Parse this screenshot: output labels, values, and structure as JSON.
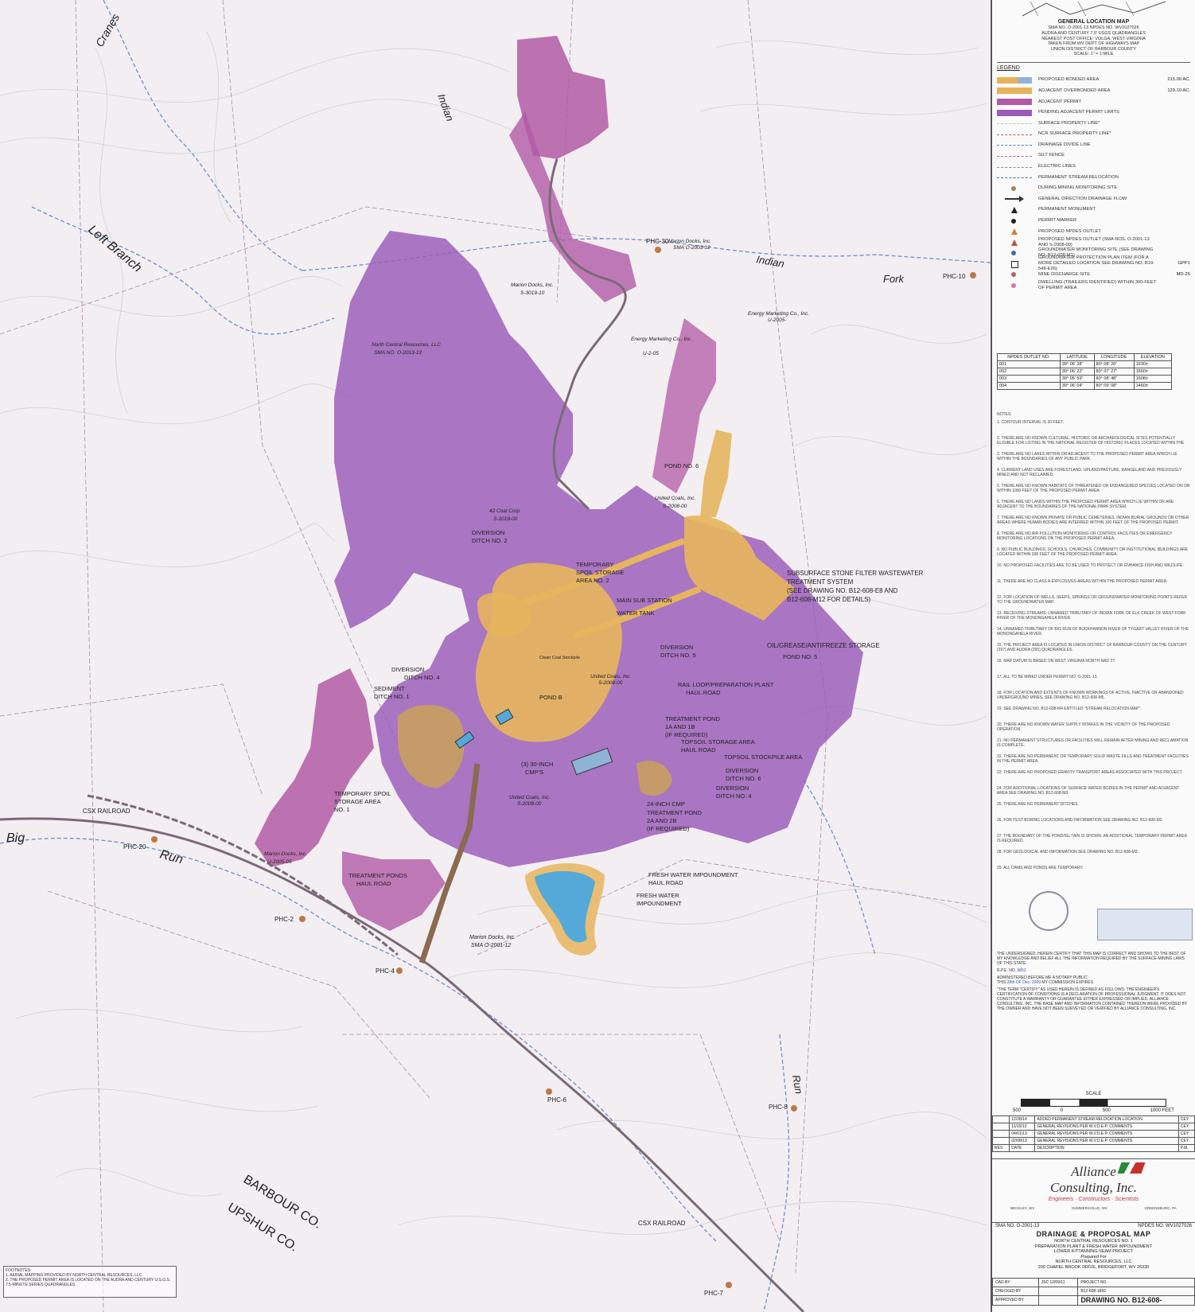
{
  "general_location_map": {
    "title": "GENERAL LOCATION MAP",
    "lines": [
      "SMA NO. O-2001-13    NPDES NO. WV1027026",
      "AUDRA AND CENTURY 7.5' USGS QUADRANGLES",
      "NEAREST POST OFFICE: VOLGA, WEST VIRGINIA",
      "TAKEN FROM WV DEPT OF HIGHWAYS MAP",
      "UNION DISTRICT OF BARBOUR COUNTY",
      "SCALE: 1\" = 1 MILE"
    ]
  },
  "legend": {
    "title": "LEGEND",
    "items": [
      {
        "label": "PROPOSED BONDED AREA",
        "value": "215.00 AC.",
        "color": "#e8b25a",
        "color2": "#8fb3d6",
        "kind": "fill2"
      },
      {
        "label": "ADJACENT OVERBONDED AREA",
        "value": "129.10 AC.",
        "color": "#e8b25a",
        "kind": "fill"
      },
      {
        "label": "ADJACENT PERMIT",
        "value": "",
        "color": "#b25aa6",
        "kind": "fill"
      },
      {
        "label": "PENDING ADJACENT PERMIT LIMITS",
        "value": "",
        "color": "#9a5ab8",
        "kind": "fill"
      },
      {
        "label": "SURFACE PROPERTY LINE*",
        "value": "",
        "color": "#c0c0c0",
        "kind": "line"
      },
      {
        "label": "NCR SURFACE PROPERTY LINE*",
        "value": "",
        "color": "#c05050",
        "kind": "line"
      },
      {
        "label": "DRAINAGE DIVIDE LINE",
        "value": "",
        "color": "#4a7fbf",
        "kind": "line"
      },
      {
        "label": "SILT FENCE",
        "value": "",
        "color": "#cc5a88",
        "kind": "line"
      },
      {
        "label": "ELECTRIC LINES",
        "value": "",
        "color": "#888888",
        "kind": "line"
      },
      {
        "label": "PERMANENT STREAM RELOCATION",
        "value": "",
        "color": "#3a6fa0",
        "kind": "line"
      },
      {
        "label": "DURING MINING MONITORING SITE",
        "value": "",
        "color": "#b87a4a",
        "kind": "dot"
      },
      {
        "label": "GENERAL DIRECTION DRAINAGE FLOW",
        "value": "",
        "color": "#333333",
        "kind": "arrow"
      },
      {
        "label": "PERMANENT MONUMENT",
        "value": "",
        "color": "#222222",
        "kind": "tri"
      },
      {
        "label": "PERMIT MARKER",
        "value": "",
        "color": "#222222",
        "kind": "dot"
      },
      {
        "label": "PROPOSED NPDES OUTLET",
        "value": "",
        "color": "#e07a30",
        "kind": "tri"
      },
      {
        "label": "PROPOSED NPDES OUTLET (SMA NOS. O-2001-13 AND S-2008-00)",
        "value": "",
        "color": "#c05040",
        "kind": "tri"
      },
      {
        "label": "GROUNDWATER MONITORING SITE (SEE DRAWING NO. B12-608-M1)",
        "value": "",
        "color": "#3a6fa0",
        "kind": "dot"
      },
      {
        "label": "GROUNDWATER PROTECTION PLAN ITEM (FOR A MORE DETAILED LOCATION SEE DRAWING NO. B19-548-E26)",
        "value": "GPP1",
        "color": "#222222",
        "kind": "box"
      },
      {
        "label": "MINE DISCHARGE SITE",
        "value": "MD-25",
        "color": "#b06070",
        "kind": "dot"
      },
      {
        "label": "DWELLING (TRAILERS IDENTIFIED) WITHIN 300-FEET OF PERMIT AREA",
        "value": "",
        "color": "#cc77aa",
        "kind": "dot"
      }
    ]
  },
  "outlets": {
    "headers": [
      "NPDES OUTLET NO.",
      "LATITUDE",
      "LONGITUDE",
      "ELEVATION"
    ],
    "rows": [
      [
        "001",
        "39° 06' 38\"",
        "80° 08' 26\"",
        "1630±"
      ],
      [
        "002",
        "39° 06' 22\"",
        "80° 07' 27\"",
        "1660±"
      ],
      [
        "003",
        "39° 05' 59\"",
        "80° 08' 48\"",
        "1608±"
      ],
      [
        "004",
        "39° 06' 04\"",
        "80° 09' 08\"",
        "1460±"
      ]
    ]
  },
  "notes": {
    "title": "NOTES:",
    "items": [
      "1. CONTOUR INTERVAL IS 20 FEET.",
      "2. THERE ARE NO KNOWN CULTURAL, HISTORIC OR ARCHAEOLOGICAL SITES POTENTIALLY ELIGIBLE FOR LISTING IN THE NATIONAL REGISTER OF HISTORIC PLACES LOCATED WITHIN THE PROPOSED PERMIT AREA OR ADJACENT AREA.",
      "3. THERE ARE NO LAKES WITHIN OR ADJACENT TO THE PROPOSED PERMIT AREA WHICH LIE WITHIN THE BOUNDARIES OF ANY PUBLIC PARK.",
      "4. CURRENT LAND USES ARE FORESTLAND, UPLAND/PASTURE, RANGELAND AND PREVIOUSLY MINED AND NOT RECLAIMED.",
      "5. THERE ARE NO KNOWN HABITATS OF THREATENED OR ENDANGERED SPECIES LOCATED ON OR WITHIN 1000 FEET OF THE PROPOSED PERMIT AREA.",
      "6. THERE ARE NO LANDS WITHIN THE PROPOSED PERMIT AREA WHICH LIE WITHIN OR ARE ADJACENT TO THE BOUNDARIES OF THE NATIONAL PARK SYSTEM.",
      "7. THERE ARE NO KNOWN PRIVATE OR PUBLIC CEMETERIES, INDIAN BURIAL GROUNDS OR OTHER AREAS WHERE HUMAN BODIES ARE INTERRED WITHIN 100 FEET OF THE PROPOSED PERMIT.",
      "8. THERE ARE NO AIR POLLUTION MONITORING OR CONTROL FACILITIES OR EMERGENCY MONITORING LOCATIONS ON THE PROPOSED PERMIT AREA.",
      "9. NO PUBLIC BUILDINGS, SCHOOLS, CHURCHES, COMMUNITY OR INSTITUTIONAL BUILDINGS ARE LOCATED WITHIN 300 FEET OF THE PROPOSED PERMIT AREA.",
      "10. NO PROPOSED FACILITIES ARE TO BE USED TO PROTECT OR ENHANCE FISH AND WILDLIFE.",
      "11. THERE ARE NO CLASS A EXPLOSIVES AREAS WITHIN THE PROPOSED PERMIT AREA.",
      "12. FOR LOCATION OF WELLS, SEEPS, SPRINGS OR GROUNDWATER MONITORING POINTS REFER TO THE GROUNDWATER MAP.",
      "13. RECEIVING STREAMS: UNNAMED TRIBUTARY OF INDIAN FORK OF ELK CREEK OF WEST FORK RIVER OF THE MONONGAHELA RIVER.",
      "14. UNNAMED TRIBUTARY OF BIG RUN OF BUCKHANNON RIVER OF TYGART VALLEY RIVER OF THE MONONGAHELA RIVER.",
      "15. THE PROJECT AREA IS LOCATED IN UNION DISTRICT OF BARBOUR COUNTY ON THE CENTURY (267) AND AUDRA (255) QUADRANGLES.",
      "16. MAP DATUM IS BASED ON WEST VIRGINIA NORTH NAD 27.",
      "17. ALL TO BE MINED UNDER PERMIT NO. O-2001-13.",
      "18. FOR LOCATION AND EXTENTS OF KNOWN WORKINGS OF ACTIVE, INACTIVE OR ABANDONED UNDERGROUND MINES, SEE DRAWING NO. B12-608-M5.",
      "19. SEE DRAWING NO. B12-608-M4 ENTITLED \"STREAM RELOCATION MAP\".",
      "20. THERE ARE NO KNOWN WATER SUPPLY INTAKES IN THE VICINITY OF THE PROPOSED OPERATION.",
      "21. NO PERMANENT STRUCTURES OR FACILITIES WILL REMAIN AFTER MINING AND RECLAMATION IS COMPLETE.",
      "22. THERE ARE NO PERMANENT OR TEMPORARY SOLID WASTE FILLS AND TREATMENT FACILITIES IN THE PERMIT AREA.",
      "23. THERE ARE NO PROPOSED GRAVITY TRANSPORT AREAS ASSOCIATED WITH THIS PROJECT.",
      "24. FOR ADDITIONAL LOCATIONS OF SURFACE WATER BODIES IN THE PERMIT AND ADJACENT AREA SEE DRAWING NO. B12-608-M3.",
      "25. THERE ARE NO PERMANENT DITCHES.",
      "26. FOR TEST BORING LOCATIONS AND INFORMATION SEE DRAWING NO. B12-608-M2.",
      "27. THE BOUNDARY OF THE POND/ISL TAIN IS SHOWN. AN ADDITIONAL TEMPORARY PERMIT AREA IS REQUIRED.",
      "28. FOR GEOLOGICAL AND INFORMATION SEE DRAWING NO. B12-608-M3.",
      "29. ALL DAMS AND PONDS ARE TEMPORARY."
    ]
  },
  "certification": {
    "statement": "THE UNDERSIGNED, HEREIN CERTIFY THAT THIS MAP IS CORRECT AND SHOWS TO THE BEST OF MY KNOWLEDGE AND BELIEF ALL THE INFORMATION REQUIRED BY THE SURFACE-MINING LAWS OF THIS STATE.",
    "pe_label": "R.P.E. NO.",
    "pe_no": "9852",
    "notary": "ADMINISTERED BEFORE ME A NOTARY PUBLIC",
    "notary_date_label": "THIS",
    "notary_date": "28th OF Dec, 2009",
    "commission": "MY COMMISSION EXPIRES",
    "term": "\"THE TERM \"CERTIFY\" AS USED HEREIN IS DEFINED AS FOLLOWS: THE ENGINEER'S CERTIFICATION OF CONDITIONS IS A DECLARATION OF PROFESSIONAL JUDGMENT. IT DOES NOT CONSTITUTE A WARRANTY OR GUARANTEE EITHER EXPRESSED OR IMPLIED. ALLIANCE CONSULTING, INC. THE BASE MAP AND INFORMATION CONTAINED THEREON WERE PROVIDED BY THE OWNER AND HAVE NOT BEEN SURVEYED OR VERIFIED BY ALLIANCE CONSULTING, INC."
  },
  "scale": {
    "title": "SCALE",
    "ticks": [
      "500",
      "0",
      "500",
      "1000 FEET"
    ]
  },
  "revisions": {
    "rows": [
      [
        "",
        "12/28/14",
        "ADDED PERMANENT STREAM RELOCATION LOCATION",
        "CEY"
      ],
      [
        "",
        "11/15/13",
        "GENERAL REVISIONS PER W.V.D.E.P. COMMENTS",
        "CEY"
      ],
      [
        "",
        "04/01/13",
        "GENERAL REVISIONS PER W.V.D.E.P. COMMENTS",
        "CEY"
      ],
      [
        "",
        "02/08/13",
        "GENERAL REVISIONS PER W.V.D.E.P. COMMENTS",
        "CEY"
      ]
    ],
    "headers": [
      "REV.",
      "DATE",
      "DESCRIPTION",
      "P.M."
    ]
  },
  "company": {
    "name1": "Alliance",
    "name2": "Consulting, Inc.",
    "tagline": "Engineers · Constructors · Scientists",
    "cities": [
      "BECKLEY, WV",
      "SUMMERSVILLE, WV",
      "GREENSBURG, PA"
    ]
  },
  "titleblock": {
    "sma": "SMA NO. O-2001-13",
    "npdes": "NPDES NO. WV1027026",
    "title": "DRAINAGE & PROPOSAL MAP",
    "sub1": "NORTH CENTRAL RESOURCES NO. 1",
    "sub2": "PREPARATION PLANT & FRESH WATER IMPOUNDMENT",
    "sub3": "LOWER KITTANNING SEAM PROJECT",
    "prepared": "Prepared For",
    "client": "NORTH CENTRAL RESOURCES, LLC",
    "address": "200 CHAPEL BROOK DRIVE, BRIDGEPORT, WV 26330",
    "cad_by": "CAD BY",
    "cad_val": "JSC 12/09/11",
    "checked_by": "CHECKED BY",
    "approved_by": "APPROVED BY",
    "project_no_label": "PROJECT NO.",
    "project_no": "B12-608-1892",
    "drawing_no": "DRAWING NO. B12-608-"
  },
  "map_notes": {
    "title": "FOOTNOTES:",
    "items": [
      "1. AERIAL MAPPING PROVIDED BY NORTH CENTRAL RESOURCES, LLC.",
      "2. THE PROPOSED PERMIT AREA IS LOCATED ON THE AUDRA AND CENTURY U.S.G.S. 7.5-MINUTE SERIES QUADRANGLES."
    ]
  },
  "map_labels": {
    "cranes": "Cranes",
    "indian_run": "Indian",
    "indian_fork": "Indian",
    "fork": "Fork",
    "left_branch": "Left Branch",
    "big": "Big",
    "run": "Run",
    "run2": "Run",
    "barbour": "BARBOUR CO.",
    "upshur": "UPSHUR CO.",
    "phc30": "PHC-30",
    "phc10": "PHC-10",
    "phc20": "PHC-20",
    "phc2": "PHC-2",
    "phc4": "PHC-4",
    "phc6": "PHC-6",
    "phc8": "PHC-8",
    "phc7": "PHC-7",
    "csx1": "CSX RAILROAD",
    "csx2": "CSX RAILROAD",
    "marion_docks_top": "Marion Docks, Inc.",
    "marion_docks_top_sma": "SMA O-2003-12",
    "marion_docks_mid": "Marion Docks, Inc.",
    "marion_docks_mid_sma": "S-3019-10",
    "energy_marketing_ne": "Energy Marketing Co., Inc.",
    "energy_marketing_ne_sma": "U-2005-",
    "energy_marketing_mid": "Energy Marketing Co., Inc.",
    "energy_marketing_mid_sma": "U-2-05",
    "ncr": "North Central Resources, LLC",
    "ncr_sma": "SMA NO. O-2013-12",
    "coal_corp": "42 Coal Corp.",
    "coal_corp_sma": "S-2018-00",
    "united_coals_top": "United Coals, Inc.",
    "united_coals_top_sma": "S-2008-00",
    "united_coals_mid": "United Coals, Inc.",
    "united_coals_mid_sma": "S-2008-00",
    "united_coals_low": "United Coals, Inc.",
    "united_coals_low_sma": "S-2008-00",
    "marion_docks_sw": "Marion Docks, Inc.",
    "marion_docks_sw_sma": "U-2005-05",
    "marion_docks_bottom": "Marion Docks, Inc.",
    "marion_docks_bottom_sma": "SMA O-2001-12",
    "pond6": "POND NO. 6",
    "pond5": "POND NO. 5",
    "pondb": "POND B",
    "diversion2a": "DIVERSION",
    "diversion2b": "DITCH NO. 2",
    "temp_spoil2a": "TEMPORARY",
    "temp_spoil2b": "SPOIL STORAGE",
    "temp_spoil2c": "AREA NO. 2",
    "subsurface1": "SUBSURFACE STONE FILTER WASTEWATER",
    "subsurface2": "TREATMENT SYSTEM",
    "subsurface3": "(SEE DRAWING NO. B12-608-E8 AND",
    "subsurface4": "B12-608-M12 FOR DETAILS)",
    "main_sub": "MAIN SUB STATION",
    "water_tank": "WATER TANK",
    "oil_storage": "OIL/GREASE/ANTIFREEZE STORAGE",
    "div5a": "DIVERSION",
    "div5b": "DITCH NO. 5",
    "div4a": "DIVERSION",
    "div4b": "DITCH NO. 4",
    "sed1a": "SEDIMENT",
    "sed1b": "DITCH NO. 1",
    "rail_loop1": "RAIL LOOP/PREPARATION PLANT",
    "rail_loop2": "HAUL ROAD",
    "treat1a": "TREATMENT POND",
    "treat1b": "1A AND 1B",
    "treat1c": "(IF REQUIRED)",
    "topsoil_haul1": "TOPSOIL STORAGE AREA",
    "topsoil_haul2": "HAUL ROAD",
    "topsoil_stock": "TOPSOIL STOCKPILE AREA",
    "div6a": "DIVERSION",
    "div6b": "DITCH NO. 6",
    "div4ea": "DIVERSION",
    "div4eb": "DITCH NO. 4",
    "cmp30a": "(3) 30-INCH",
    "cmp30b": "CMP'S",
    "cmp24": "24-INCH CMP",
    "treat2a": "TREATMENT POND",
    "treat2b": "2A AND 2B",
    "treat2c": "(IF REQUIRED)",
    "temp_spoil_a": "TEMPORARY SPOIL",
    "temp_spoil_b": "STORAGE AREA",
    "temp_spoil_c": "NO. 1",
    "treat_haul1": "TREATMENT PONDS",
    "treat_haul2": "HAUL ROAD",
    "fresh_haul1": "FRESH WATER IMPOUNDMENT",
    "fresh_haul2": "HAUL ROAD",
    "fresh1": "FRESH WATER",
    "fresh2": "IMPOUNDMENT",
    "coal_stockpile": "Clean Coal Stockpile"
  },
  "colors": {
    "adjacent_permit": "#b25aa6",
    "pending_permit": "#9a5ab8",
    "bonded": "#e6b55e",
    "water": "#54a9d8",
    "contour": "#b9c7d9",
    "base": "#f4f0f3"
  }
}
